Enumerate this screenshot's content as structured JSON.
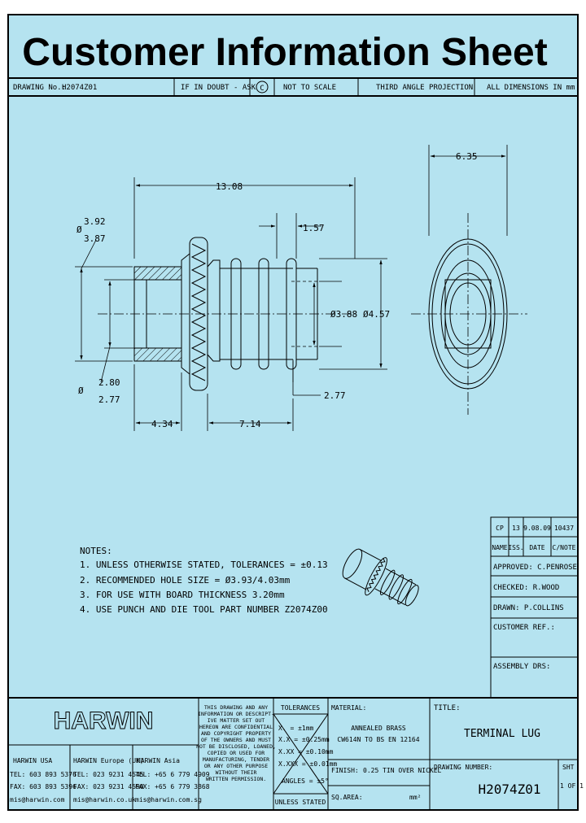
{
  "header": {
    "title": "Customer Information Sheet",
    "drawing_no_label": "DRAWING No.:",
    "drawing_no": "H2074Z01",
    "doubt": "IF IN DOUBT - ASK",
    "copyright": "C",
    "scale": "NOT TO SCALE",
    "projection": "THIRD ANGLE PROJECTION",
    "dimensions": "ALL DIMENSIONS IN mm"
  },
  "drawing": {
    "phi": "Ø",
    "dim_length": "13.08",
    "dim_groove": "1.57",
    "dim_sleeve_max": "3.92",
    "dim_sleeve_min": "3.87",
    "dim_bore_max": "2.80",
    "dim_bore_min": "2.77",
    "dim_tip_dia": "Ø3.88",
    "dim_groove_dia": "Ø4.57",
    "dim_tip_length": "2.77",
    "dim_sleeve_length": "4.34",
    "dim_shank_length": "7.14",
    "dim_head_dia": "6.35"
  },
  "notes": {
    "heading": "NOTES:",
    "items": [
      "1. UNLESS OTHERWISE STATED, TOLERANCES = ±0.13",
      "2. RECOMMENDED HOLE SIZE = Ø3.93/4.03mm",
      "3. FOR USE WITH BOARD THICKNESS 3.20mm",
      "4. USE PUNCH AND DIE TOOL PART NUMBER Z2074Z00"
    ]
  },
  "revision": {
    "row": [
      "CP",
      "13",
      "9.08.09",
      "10437"
    ],
    "headers": [
      "NAME",
      "ISS.",
      "DATE",
      "C/NOTE"
    ]
  },
  "approvals": {
    "approved": "APPROVED: C.PENROSE",
    "checked": "CHECKED: R.WOOD",
    "drawn": "DRAWN: P.COLLINS",
    "customer_ref": "CUSTOMER REF.:",
    "assembly": "ASSEMBLY DRS:"
  },
  "company": {
    "logo": "HARWIN"
  },
  "offices": [
    {
      "name": "HARWIN USA",
      "tel": "TEL: 603 893 5376",
      "fax": "FAX: 603 893 5396",
      "email": "mis@harwin.com"
    },
    {
      "name": "HARWIN Europe (UK)",
      "tel": "TEL: 023 9231 4545",
      "fax": "FAX: 023 9231 4590",
      "email": "mis@harwin.co.uk"
    },
    {
      "name": "HARWIN Asia",
      "tel": "TEL: +65 6 779 4909",
      "fax": "FAX: +65 6 779 3868",
      "email": "mis@harwin.com.sg"
    }
  ],
  "confidential": [
    "THIS DRAWING AND ANY",
    "INFORMATION OR DESCRIPT-",
    "IVE MATTER SET OUT",
    "HEREON ARE CONFIDENTIAL",
    "AND COPYRIGHT PROPERTY",
    "OF THE OWNERS AND MUST",
    "NOT BE DISCLOSED, LOANED,",
    "COPIED OR USED FOR",
    "MANUFACTURING, TENDER",
    "OR ANY OTHER PURPOSE",
    "WITHOUT THEIR",
    "WRITTEN PERMISSION.",
    "",
    "",
    ""
  ],
  "tolerances": {
    "heading": "TOLERANCES",
    "rows": [
      "X. = ±1mm",
      "X.X = ±0.25mm",
      "X.XX = ±0.10mm",
      "X.XXX = ±0.01mm"
    ],
    "angles": "ANGLES = ±5°",
    "footer": "UNLESS STATED"
  },
  "material": {
    "label": "MATERIAL:",
    "value_1": "ANNEALED BRASS",
    "value_2": "CW614N TO BS EN 12164"
  },
  "finish": {
    "label": "FINISH:",
    "value": "0.25 TIN OVER NICKEL"
  },
  "sqarea": {
    "label": "SQ.AREA:",
    "unit": "mm²"
  },
  "title_block": {
    "title_label": "TITLE:",
    "title": "TERMINAL LUG",
    "drawing_number_label": "DRAWING NUMBER:",
    "drawing_number": "H2074Z01",
    "sheet_label": "SHT",
    "sheet_value": "1 OF 1"
  }
}
